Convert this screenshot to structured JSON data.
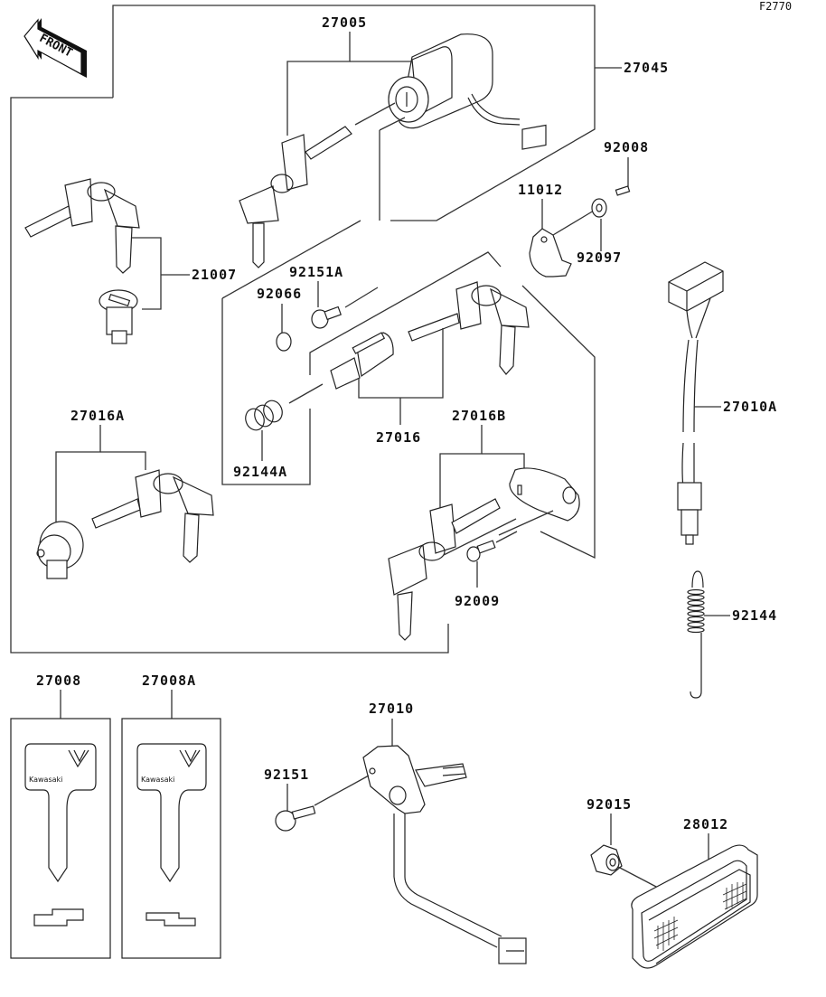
{
  "figure_id": "F2770",
  "front_indicator": "FRONT",
  "key_brand": "Kawasaki",
  "parts": [
    {
      "id": "27005",
      "desc": "ignition key set"
    },
    {
      "id": "27045",
      "desc": "ignition switch"
    },
    {
      "id": "92008",
      "desc": "bolt"
    },
    {
      "id": "11012",
      "desc": "plate"
    },
    {
      "id": "92097",
      "desc": "washer"
    },
    {
      "id": "21007",
      "desc": "keys and lock cylinder"
    },
    {
      "id": "92151A",
      "desc": "bolt"
    },
    {
      "id": "92066",
      "desc": "pin"
    },
    {
      "id": "27016",
      "desc": "lock cylinder and keys"
    },
    {
      "id": "92144A",
      "desc": "spring"
    },
    {
      "id": "27016A",
      "desc": "lock and keys"
    },
    {
      "id": "27016B",
      "desc": "lock and keys"
    },
    {
      "id": "92009",
      "desc": "screw"
    },
    {
      "id": "27010A",
      "desc": "switch harness"
    },
    {
      "id": "92144",
      "desc": "spring"
    },
    {
      "id": "27008",
      "desc": "key blank"
    },
    {
      "id": "27008A",
      "desc": "key blank"
    },
    {
      "id": "27010",
      "desc": "switch"
    },
    {
      "id": "92151",
      "desc": "bolt"
    },
    {
      "id": "92015",
      "desc": "nut"
    },
    {
      "id": "28012",
      "desc": "reflector"
    }
  ]
}
